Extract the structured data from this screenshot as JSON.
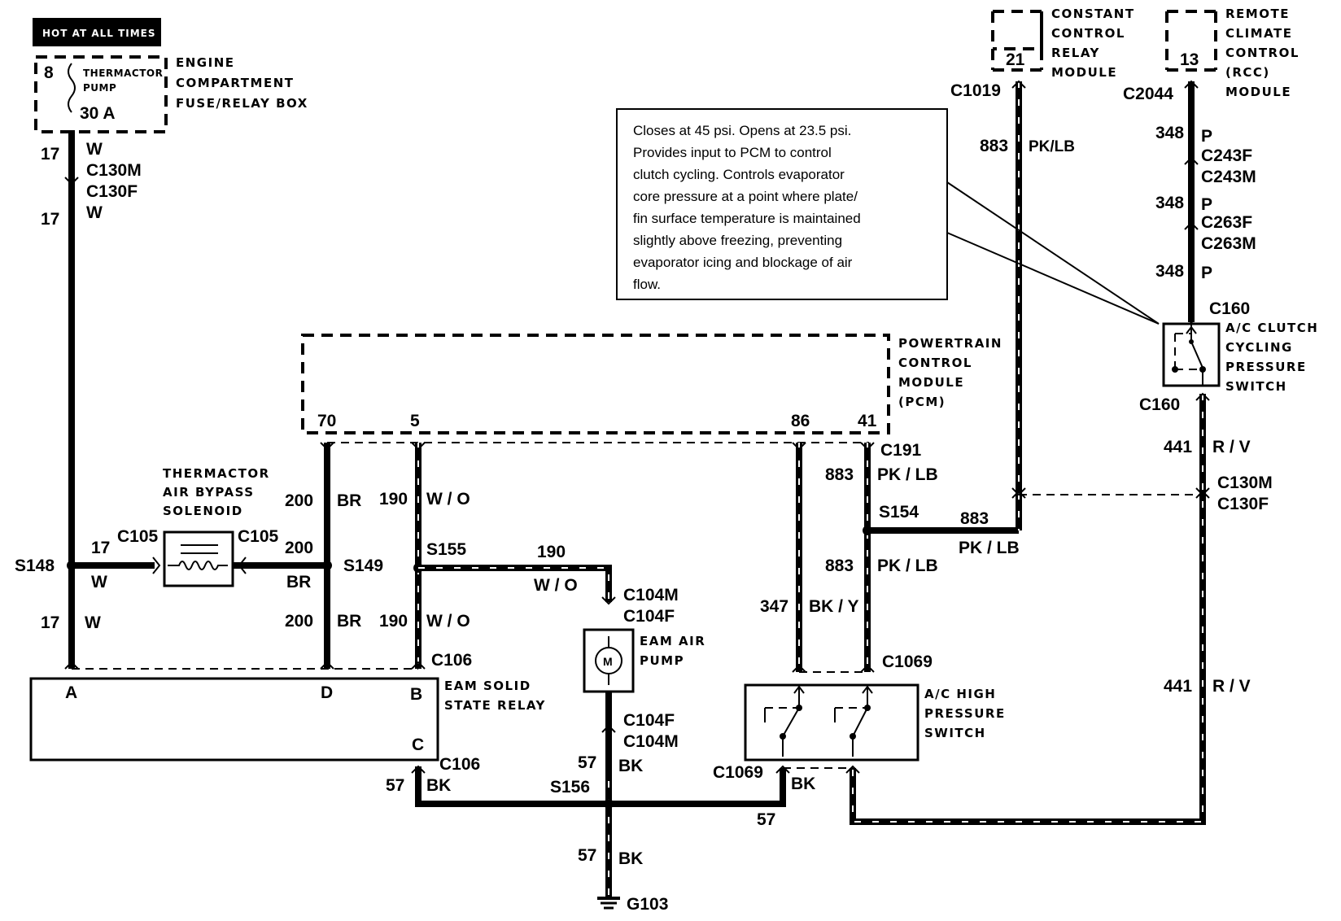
{
  "header_tag": "HOT AT ALL TIMES",
  "fuse_box": {
    "pin": "8",
    "fuse_name_line1": "THERMACTOR",
    "fuse_name_line2": "PUMP",
    "rating": "30 A",
    "label": [
      "ENGINE",
      "COMPARTMENT",
      "FUSE/RELAY BOX"
    ]
  },
  "crc_module": {
    "pin": "21",
    "label": [
      "CONSTANT",
      "CONTROL",
      "RELAY",
      "MODULE"
    ]
  },
  "rcc_module": {
    "pin": "13",
    "label": [
      "REMOTE",
      "CLIMATE",
      "CONTROL",
      "(RCC)",
      "MODULE"
    ]
  },
  "pcm": {
    "label": [
      "POWERTRAIN",
      "CONTROL",
      "MODULE",
      "(PCM)"
    ],
    "pins": [
      "70",
      "5",
      "86",
      "41"
    ]
  },
  "note": [
    "Closes at 45 psi. Opens at 23.5 psi.",
    "Provides input to PCM to control",
    "clutch cycling. Controls evaporator",
    "core pressure at a point where plate/",
    "fin surface temperature is maintained",
    "slightly above freezing, preventing",
    "evaporator icing and blockage of air",
    "flow."
  ],
  "components": {
    "bypass_solenoid": [
      "THERMACTOR",
      "AIR BYPASS",
      "SOLENOID"
    ],
    "eam_relay": [
      "EAM SOLID",
      "STATE RELAY"
    ],
    "eam_pump": [
      "EAM AIR",
      "PUMP"
    ],
    "motor_symbol": "M",
    "ac_high_switch": [
      "A/C HIGH",
      "PRESSURE",
      "SWITCH"
    ],
    "ac_cycling_switch": [
      "A/C CLUTCH",
      "CYCLING",
      "PRESSURE",
      "SWITCH"
    ],
    "relay_pins": [
      "A",
      "D",
      "B",
      "C"
    ]
  },
  "labels": {
    "c130m": "C130M",
    "c130f": "C130F",
    "c105": "C105",
    "c106": "C106",
    "c104m": "C104M",
    "c104f": "C104F",
    "c191": "C191",
    "c1069": "C1069",
    "c1019": "C1019",
    "c2044": "C2044",
    "c243f": "C243F",
    "c243m": "C243M",
    "c263f": "C263F",
    "c263m": "C263M",
    "c160": "C160",
    "s148": "S148",
    "s149": "S149",
    "s155": "S155",
    "s154": "S154",
    "s156": "S156",
    "g103": "G103",
    "n17": "17",
    "n200": "200",
    "n190": "190",
    "n57": "57",
    "n347": "347",
    "n883": "883",
    "n348": "348",
    "n441": "441",
    "w": "W",
    "br": "BR",
    "wo": "W / O",
    "bk": "BK",
    "bky": "BK / Y",
    "pklb": "PK / LB",
    "pklb_small": "PK/LB",
    "p": "P",
    "rv": "R / V"
  }
}
